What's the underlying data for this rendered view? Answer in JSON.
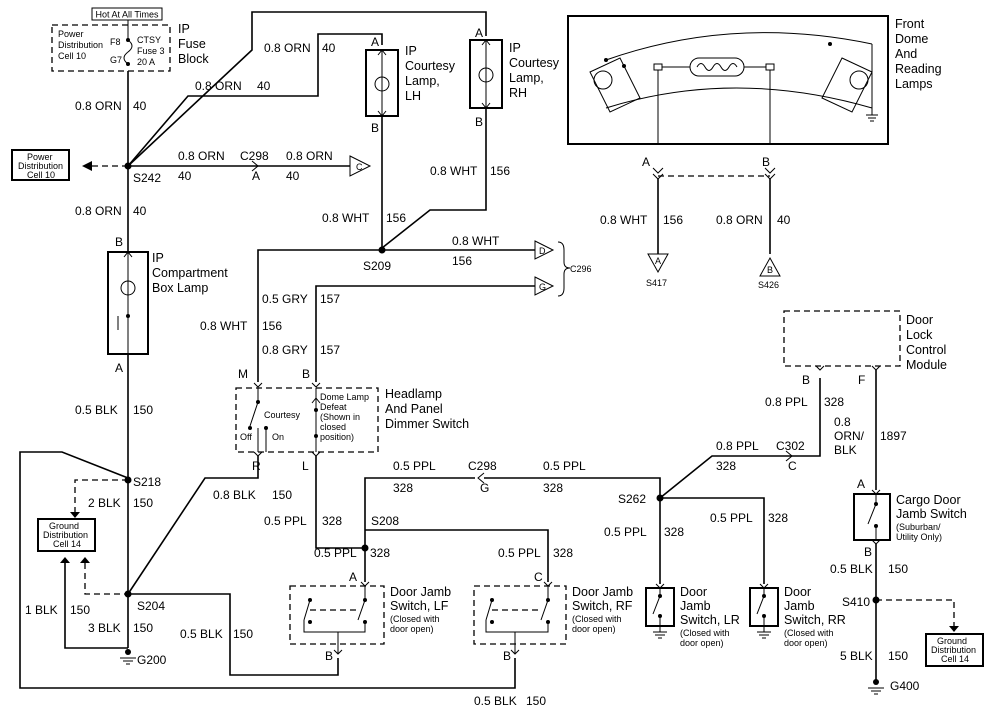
{
  "fuse_block": {
    "hot_label": "Hot At All Times",
    "pd_text": [
      "Power",
      "Distribution",
      "Cell 10"
    ],
    "pin_f8": "F8",
    "pin_g7": "G7",
    "fuse_text": [
      "CTSY",
      "Fuse 3",
      "20 A"
    ],
    "title": [
      "IP",
      "Fuse",
      "Block"
    ]
  },
  "power_distribution_ref": [
    "Power",
    "Distribution",
    "Cell 10"
  ],
  "ground_distribution_ref": [
    "Ground",
    "Distribution",
    "Cell 14"
  ],
  "components": {
    "courtesy_lh": {
      "name": [
        "IP",
        "Courtesy",
        "Lamp,",
        "LH"
      ],
      "pin_top": "A",
      "pin_bottom": "B"
    },
    "courtesy_rh": {
      "name": [
        "IP",
        "Courtesy",
        "Lamp,",
        "RH"
      ],
      "pin_top": "A",
      "pin_bottom": "B"
    },
    "compartment": {
      "name": [
        "IP",
        "Compartment",
        "Box Lamp"
      ],
      "pin_top": "B",
      "pin_bottom": "A"
    },
    "dome": {
      "name": [
        "Front",
        "Dome",
        "And",
        "Reading",
        "Lamps"
      ],
      "pin_left": "A",
      "pin_right": "B"
    },
    "headlamp_switch": {
      "name": [
        "Headlamp",
        "And Panel",
        "Dimmer Switch"
      ],
      "courtesy": "Courtesy",
      "off": "Off",
      "on": "On",
      "defeat": [
        "Dome Lamp",
        "Defeat",
        "(Shown in",
        "closed",
        "position)"
      ],
      "pin_m": "M",
      "pin_b": "B",
      "pin_r": "R",
      "pin_l": "L"
    },
    "jamb_lf": {
      "name": [
        "Door Jamb",
        "Switch, LF"
      ],
      "note": [
        "(Closed with",
        "door open)"
      ],
      "pin_top": "A",
      "pin_bottom": "B"
    },
    "jamb_rf": {
      "name": [
        "Door Jamb",
        "Switch, RF"
      ],
      "note": [
        "(Closed with",
        "door open)"
      ],
      "pin_top": "C",
      "pin_bottom": "B"
    },
    "jamb_lr": {
      "name": [
        "Door",
        "Jamb",
        "Switch, LR"
      ],
      "note": [
        "(Closed with",
        "door open)"
      ]
    },
    "jamb_rr": {
      "name": [
        "Door",
        "Jamb",
        "Switch, RR"
      ],
      "note": [
        "(Closed with",
        "door open)"
      ]
    },
    "door_lock": {
      "name": [
        "Door",
        "Lock",
        "Control",
        "Module"
      ],
      "pin_b": "B",
      "pin_f": "F"
    },
    "cargo_switch": {
      "name": [
        "Cargo Door",
        "Jamb Switch"
      ],
      "note": [
        "(Suburban/",
        "Utility Only)"
      ],
      "pin_top": "A",
      "pin_bottom": "B"
    }
  },
  "connectors": {
    "c298": "C298",
    "c298_pin_a": "A",
    "c298_pin_g": "G",
    "c296": "C296",
    "c296_pin_d": "D",
    "c296_pin_g": "G",
    "c302": "C302",
    "c302_pin": "C",
    "c_flag": "C",
    "s417_flag": "A",
    "s426_flag": "B"
  },
  "splices": {
    "s242": "S242",
    "s209": "S209",
    "s218": "S218",
    "s204": "S204",
    "s208": "S208",
    "s262": "S262",
    "s410": "S410",
    "s417": "S417",
    "s426": "S426"
  },
  "grounds": {
    "g200": "G200",
    "g400": "G400"
  },
  "wires": {
    "orn": "0.8 ORN",
    "c40": "40",
    "wht": "0.8 WHT",
    "c156": "156",
    "gry": "0.5 GRY",
    "gry08": "0.8 GRY",
    "c157": "157",
    "blk05": "0.5 BLK",
    "blk08": "0.8 BLK",
    "blk1": "1 BLK",
    "blk2": "2 BLK",
    "blk3": "3 BLK",
    "blk5": "5 BLK",
    "c150": "150",
    "ppl05": "0.5 PPL",
    "ppl08": "0.8 PPL",
    "c328": "328",
    "orn_blk": [
      "0.8",
      "ORN/",
      "BLK"
    ],
    "c1897": "1897"
  }
}
